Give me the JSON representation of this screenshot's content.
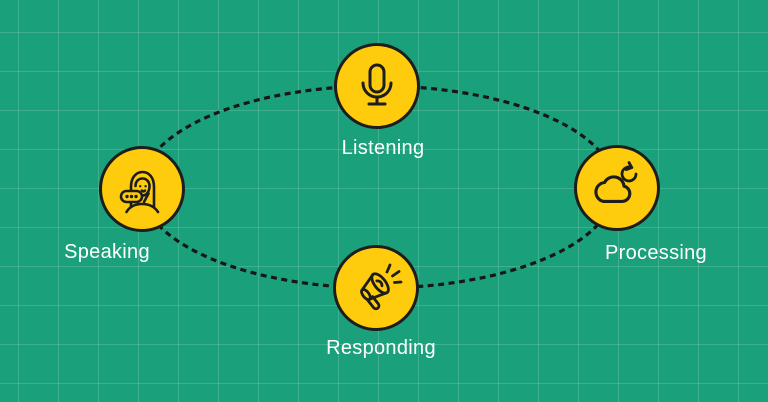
{
  "diagram": {
    "type": "cycle",
    "connector": "dashed-ellipse",
    "colors": {
      "background": "#1AA17C",
      "node_fill": "#FFCB0D",
      "node_stroke": "#1D1D1B",
      "connector_stroke": "#171717",
      "label_text": "#FFFFFF"
    },
    "nodes": [
      {
        "id": "listening",
        "label": "Listening",
        "icon": "microphone-icon",
        "position": "top"
      },
      {
        "id": "speaking",
        "label": "Speaking",
        "icon": "speaking-person-icon",
        "position": "left"
      },
      {
        "id": "processing",
        "label": "Processing",
        "icon": "cloud-sync-icon",
        "position": "right"
      },
      {
        "id": "responding",
        "label": "Responding",
        "icon": "megaphone-icon",
        "position": "bottom"
      }
    ]
  }
}
